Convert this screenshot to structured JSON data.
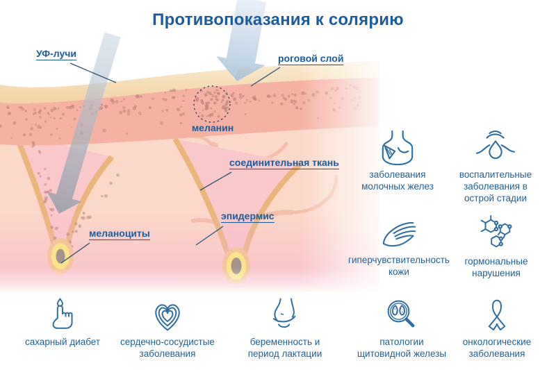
{
  "title": "Противопоказания к солярию",
  "diagram": {
    "labels": {
      "uv": "УФ-лучи",
      "stratum": "роговой слой",
      "melanin": "меланин",
      "connective": "соединительная ткань",
      "epidermis": "эпидермис",
      "melanocytes": "меланоциты"
    }
  },
  "contraindications": {
    "right_grid": [
      {
        "icon": "breast-exam-icon",
        "lines": [
          "заболевания",
          "молочных желез"
        ]
      },
      {
        "icon": "inflammation-icon",
        "lines": [
          "воспалительные",
          "заболевания в",
          "острой стадии"
        ]
      },
      {
        "icon": "skin-hypersensitivity-icon",
        "lines": [
          "гиперчувствительность",
          "кожи"
        ]
      },
      {
        "icon": "hormone-molecule-icon",
        "lines": [
          "гормональные",
          "нарушения"
        ]
      }
    ],
    "bottom_row": [
      {
        "icon": "diabetes-icon",
        "lines": [
          "сахарный диабет"
        ]
      },
      {
        "icon": "cardio-icon",
        "lines": [
          "сердечно-сосудистые",
          "заболевания"
        ]
      },
      {
        "icon": "pregnancy-icon",
        "lines": [
          "беременность и",
          "период лактации"
        ]
      },
      {
        "icon": "thyroid-icon",
        "lines": [
          "патологии",
          "щитовидной железы"
        ]
      },
      {
        "icon": "oncology-icon",
        "lines": [
          "онкологические",
          "заболевания"
        ]
      }
    ]
  },
  "colors": {
    "title_blue": "#1c5b9d",
    "caption_blue": "#1f6195",
    "icon_stroke": "#2e6da3",
    "skin_tan": "#f6ddb0",
    "skin_salmon": "#f5b1a2",
    "skin_dermis": "#fbd9c9",
    "follicle_yellow": "#f9e48c"
  }
}
